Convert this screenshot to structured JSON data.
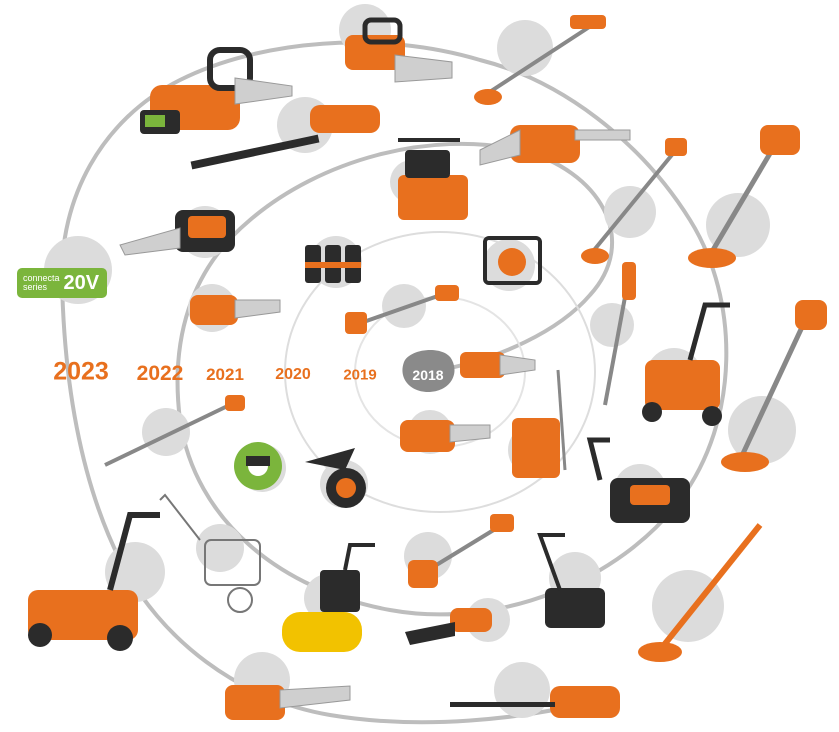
{
  "years": {
    "y2023": "2023",
    "y2022": "2022",
    "y2021": "2021",
    "y2020": "2020",
    "y2019": "2019",
    "y2018": "2018"
  },
  "badge": {
    "line1": "connecta",
    "line2": "series",
    "voltage": "20V"
  },
  "colors": {
    "accent": "#e8701e",
    "dark": "#2b2b2b",
    "spiral": "#b9b9b9",
    "node": "#dcdcdc",
    "badge": "#7bb53c"
  }
}
